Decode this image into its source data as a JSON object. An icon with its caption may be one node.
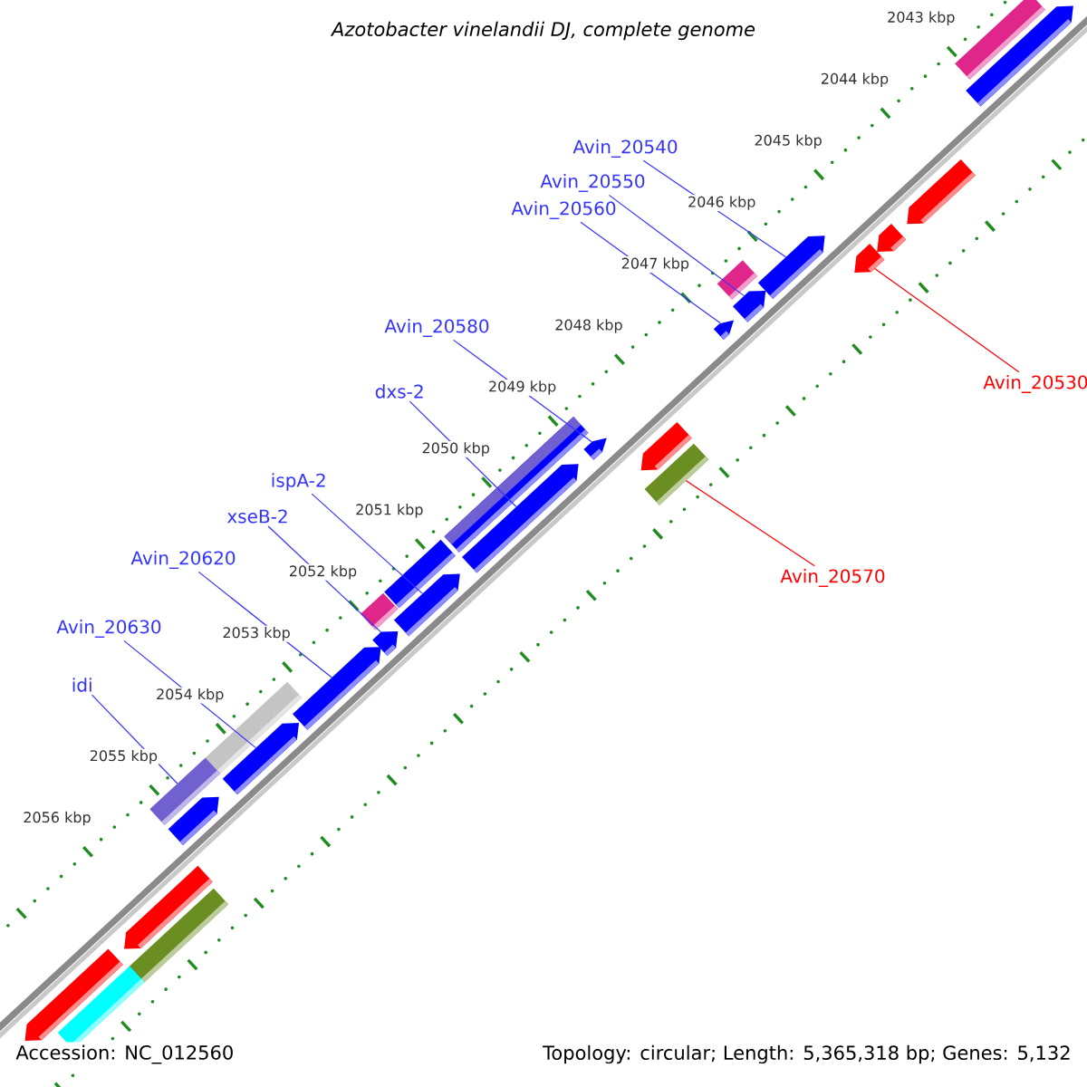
{
  "diagram": {
    "title": "Azotobacter vinelandii DJ, complete genome",
    "nodes": [
      {
        "text": [
          "Avin_20540"
        ]
      },
      {
        "text": [
          "Avin_20550"
        ]
      },
      {
        "text": [
          "Avin_20560"
        ]
      },
      {
        "text": [
          "Avin_20580"
        ]
      },
      {
        "text": [
          "dxs-2"
        ]
      },
      {
        "text": [
          "Avin_20530"
        ]
      },
      {
        "text": [
          "ispA-2"
        ]
      },
      {
        "text": [
          "xseB-2"
        ]
      },
      {
        "text": [
          "Avin_20620"
        ]
      },
      {
        "text": [
          "Avin_20570"
        ]
      },
      {
        "text": [
          "Avin_20630"
        ]
      },
      {
        "text": [
          "idi"
        ]
      },
      {
        "text": [],
        "shape": "bar"
      },
      {
        "text": [],
        "shape": "arrow"
      },
      {
        "text": [],
        "shape": "arrow"
      },
      {
        "text": [],
        "shape": "arrow"
      },
      {
        "text": [],
        "shape": "arrow"
      },
      {
        "text": [],
        "shape": "arrow"
      },
      {
        "text": [],
        "shape": "bar"
      },
      {
        "text": [],
        "shape": "arrow"
      },
      {
        "text": [],
        "shape": "arrow"
      },
      {
        "text": [],
        "shape": "bar"
      },
      {
        "text": [],
        "shape": "arrow"
      },
      {
        "text": [],
        "shape": "arrow"
      },
      {
        "text": [],
        "shape": "bar"
      },
      {
        "text": [],
        "shape": "arrow"
      },
      {
        "text": [],
        "shape": "bar"
      },
      {
        "text": [],
        "shape": "arrow"
      },
      {
        "text": [],
        "shape": "bar"
      },
      {
        "text": [],
        "shape": "arrow"
      },
      {
        "text": [],
        "shape": "arrow"
      },
      {
        "text": [],
        "shape": "bar"
      },
      {
        "text": [],
        "shape": "arrow"
      },
      {
        "text": [],
        "shape": "bar"
      },
      {
        "text": [],
        "shape": "arrow"
      },
      {
        "text": [],
        "shape": "arrow"
      },
      {
        "text": [],
        "shape": "bar"
      },
      {
        "text": [],
        "shape": "arrow"
      },
      {
        "text": [],
        "shape": "bar"
      }
    ],
    "edges": [
      {
        "from": 0,
        "to": 16,
        "arrow": "none"
      },
      {
        "from": 1,
        "to": 19,
        "arrow": "none"
      },
      {
        "from": 2,
        "to": 20,
        "arrow": "none"
      },
      {
        "from": 3,
        "to": 22,
        "arrow": "none"
      },
      {
        "from": 4,
        "to": 25,
        "arrow": "none"
      },
      {
        "from": 5,
        "to": 17,
        "arrow": "none",
        "color": "#ff0000"
      },
      {
        "from": 6,
        "to": 27,
        "arrow": "none"
      },
      {
        "from": 7,
        "to": 29,
        "arrow": "none"
      },
      {
        "from": 8,
        "to": 30,
        "arrow": "none"
      },
      {
        "from": 9,
        "to": 24,
        "arrow": "none",
        "color": "#ff0000"
      },
      {
        "from": 10,
        "to": 32,
        "arrow": "none"
      },
      {
        "from": 11,
        "to": 33,
        "arrow": "none"
      }
    ],
    "labels": [
      "2043 kbp",
      "2044 kbp",
      "2045 kbp",
      "2046 kbp",
      "2047 kbp",
      "2048 kbp",
      "2049 kbp",
      "2050 kbp",
      "2051 kbp",
      "2052 kbp",
      "2053 kbp",
      "2054 kbp",
      "2055 kbp",
      "2056 kbp",
      "Accession: NC_012560",
      "Topology: circular; Length: 5,365,318 bp; Genes: 5,132"
    ]
  }
}
